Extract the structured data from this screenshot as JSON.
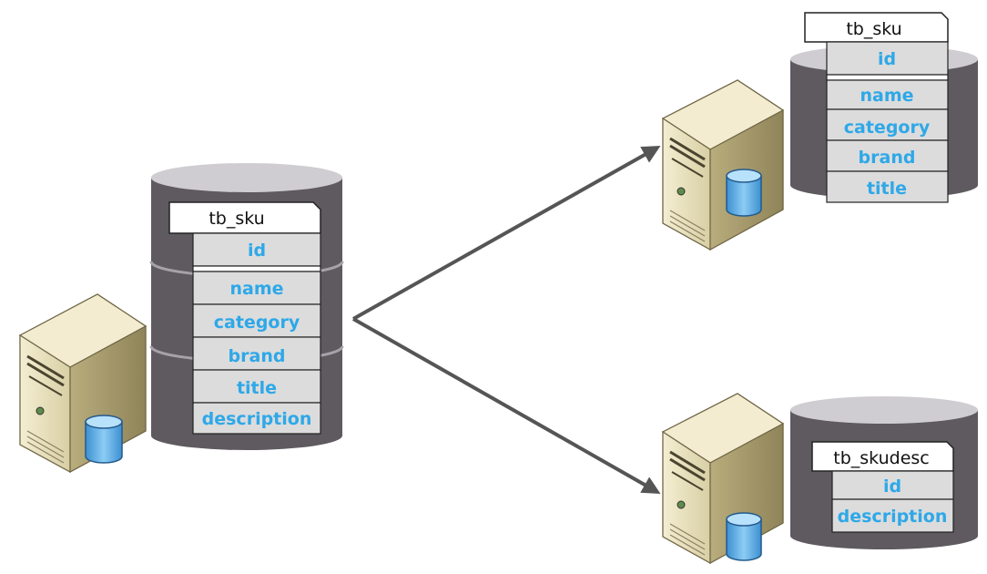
{
  "source": {
    "table_name": "tb_sku",
    "fields": [
      "id",
      "name",
      "category",
      "brand",
      "title",
      "description"
    ]
  },
  "target_top": {
    "table_name": "tb_sku",
    "fields": [
      "id",
      "name",
      "category",
      "brand",
      "title"
    ]
  },
  "target_bottom": {
    "table_name": "tb_skudesc",
    "fields": [
      "id",
      "description"
    ]
  },
  "colors": {
    "cylinder_body": "#5e5a60",
    "cylinder_top": "#cfcdd2",
    "field_bg": "#dcdcdc",
    "field_text": "#2ea8e8",
    "arrow": "#555555",
    "server_beige": "#dcd3ac",
    "db_icon_blue": "#5aaee4"
  },
  "icons": [
    "server-icon",
    "database-icon",
    "arrow-icon"
  ]
}
